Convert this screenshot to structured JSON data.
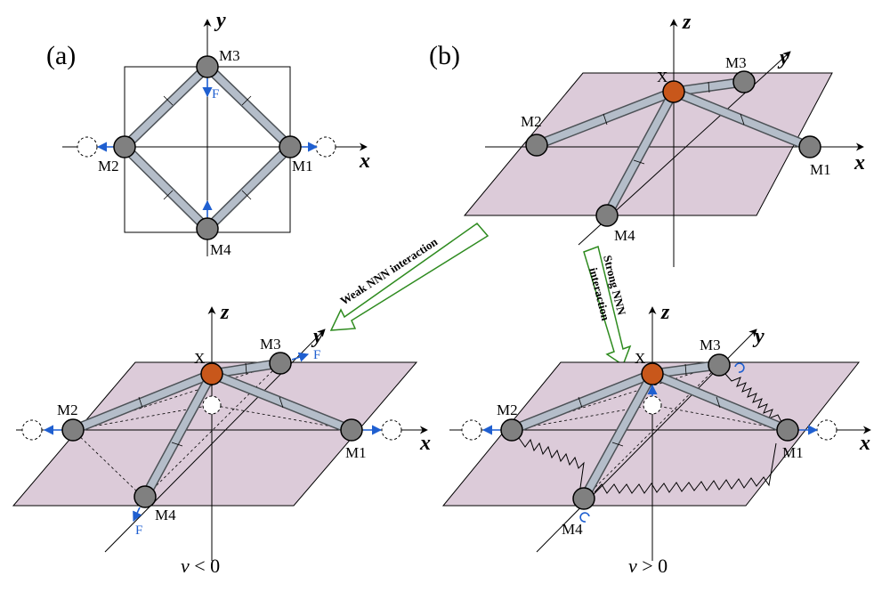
{
  "panels": {
    "a": "(a)",
    "b": "(b)"
  },
  "axes": {
    "x": "x",
    "y": "y",
    "z": "z"
  },
  "mass_labels": {
    "m1": "M1",
    "m2": "M2",
    "m3": "M3",
    "m4": "M4",
    "center": "X"
  },
  "force_label": "F",
  "transitions": {
    "weak": "Weak NNN interaction",
    "strong_line1": "Strong NNN",
    "strong_line2": "interaction"
  },
  "conditions": {
    "negative_var": "v",
    "negative_rest": " < 0",
    "positive_var": "v",
    "positive_rest": " > 0"
  },
  "colors": {
    "plane": "#dccbd9",
    "center_atom": "#c8571b",
    "mass": "#808080",
    "bar": "#b4bdc9",
    "force_arrow": "#1f5fd0",
    "transition_arrow": "#2e8b1f"
  }
}
